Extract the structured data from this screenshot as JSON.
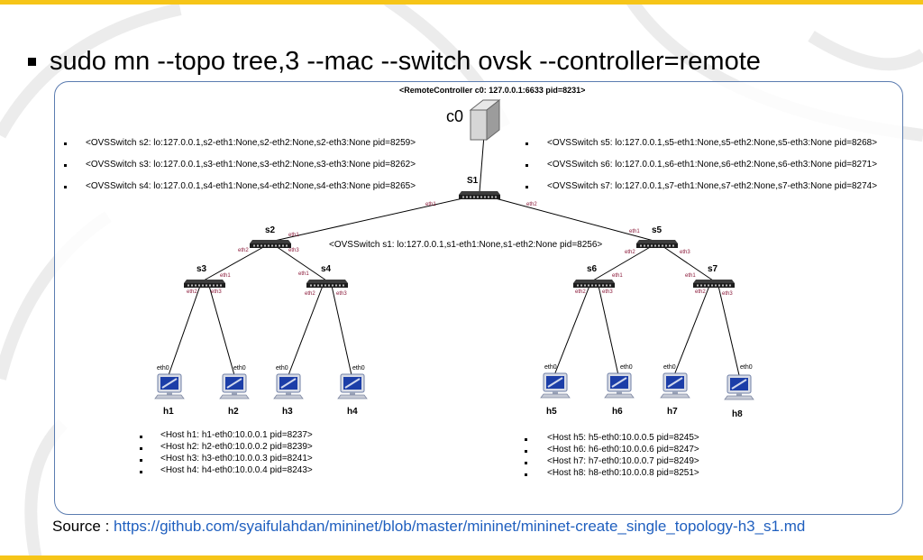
{
  "colors": {
    "accent_bar": "#f6c518",
    "box_border": "#5b7cb0",
    "link": "#1f5fbf",
    "port_label": "#8b1a3a"
  },
  "command": "sudo mn --topo tree,3 --mac --switch ovsk --controller=remote",
  "controller": {
    "info": "<RemoteController c0: 127.0.0.1:6633 pid=8231>",
    "label": "c0"
  },
  "switch_info_left": [
    "<OVSSwitch s2: lo:127.0.0.1,s2-eth1:None,s2-eth2:None,s2-eth3:None pid=8259>",
    "<OVSSwitch s3: lo:127.0.0.1,s3-eth1:None,s3-eth2:None,s3-eth3:None pid=8262>",
    "<OVSSwitch s4: lo:127.0.0.1,s4-eth1:None,s4-eth2:None,s4-eth3:None pid=8265>"
  ],
  "switch_info_right": [
    "<OVSSwitch s5: lo:127.0.0.1,s5-eth1:None,s5-eth2:None,s5-eth3:None pid=8268>",
    "<OVSSwitch s6: lo:127.0.0.1,s6-eth1:None,s6-eth2:None,s6-eth3:None pid=8271>",
    "<OVSSwitch s7: lo:127.0.0.1,s7-eth1:None,s7-eth2:None,s7-eth3:None pid=8274>"
  ],
  "s1_info": "<OVSSwitch s1: lo:127.0.0.1,s1-eth1:None,s1-eth2:None pid=8256>",
  "switches": {
    "s1": "S1",
    "s2": "s2",
    "s3": "s3",
    "s4": "s4",
    "s5": "s5",
    "s6": "s6",
    "s7": "s7"
  },
  "ports": {
    "eth0": "eth0",
    "eth1": "eth1",
    "eth2": "eth2",
    "eth3": "eth3"
  },
  "hosts": {
    "h1": "h1",
    "h2": "h2",
    "h3": "h3",
    "h4": "h4",
    "h5": "h5",
    "h6": "h6",
    "h7": "h7",
    "h8": "h8"
  },
  "host_info_left": [
    "<Host h1: h1-eth0:10.0.0.1 pid=8237>",
    "<Host h2: h2-eth0:10.0.0.2 pid=8239>",
    "<Host h3: h3-eth0:10.0.0.3 pid=8241>",
    "<Host h4: h4-eth0:10.0.0.4 pid=8243>"
  ],
  "host_info_right": [
    "<Host h5: h5-eth0:10.0.0.5 pid=8245>",
    "<Host h6: h6-eth0:10.0.0.6 pid=8247>",
    "<Host h7: h7-eth0:10.0.0.7 pid=8249>",
    "<Host h8: h8-eth0:10.0.0.8 pid=8251>"
  ],
  "source": {
    "label": "Source : ",
    "url": "https://github.com/syaifulahdan/mininet/blob/master/mininet/mininet-create_single_topology-h3_s1.md"
  }
}
